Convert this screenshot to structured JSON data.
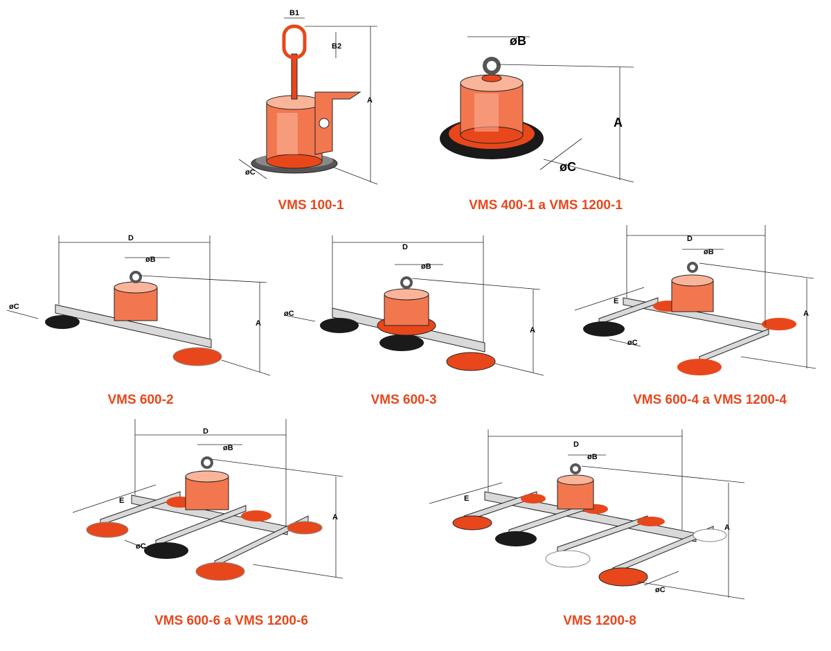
{
  "colors": {
    "brand_orange": "#e8471b",
    "body_orange": "#f2774f",
    "body_light": "#f9b49a",
    "pad_black": "#1a1a1a",
    "beam_grey": "#d9d9d9",
    "line": "#222222"
  },
  "labels": {
    "a": "A",
    "b": "B",
    "b1": "B1",
    "b2": "B2",
    "c": "C",
    "d": "D",
    "e": "E",
    "diameter": "ø"
  },
  "figures": [
    {
      "id": "vms-100-1",
      "caption": "VMS 100-1"
    },
    {
      "id": "vms-400-1200-1",
      "caption": "VMS 400-1 a VMS 1200-1"
    },
    {
      "id": "vms-600-2",
      "caption": "VMS 600-2"
    },
    {
      "id": "vms-600-3",
      "caption": "VMS 600-3"
    },
    {
      "id": "vms-600-1200-4",
      "caption": "VMS 600-4 a VMS 1200-4"
    },
    {
      "id": "vms-600-1200-6",
      "caption": "VMS 600-6 a VMS 1200-6"
    },
    {
      "id": "vms-1200-8",
      "caption": "VMS 1200-8"
    }
  ]
}
